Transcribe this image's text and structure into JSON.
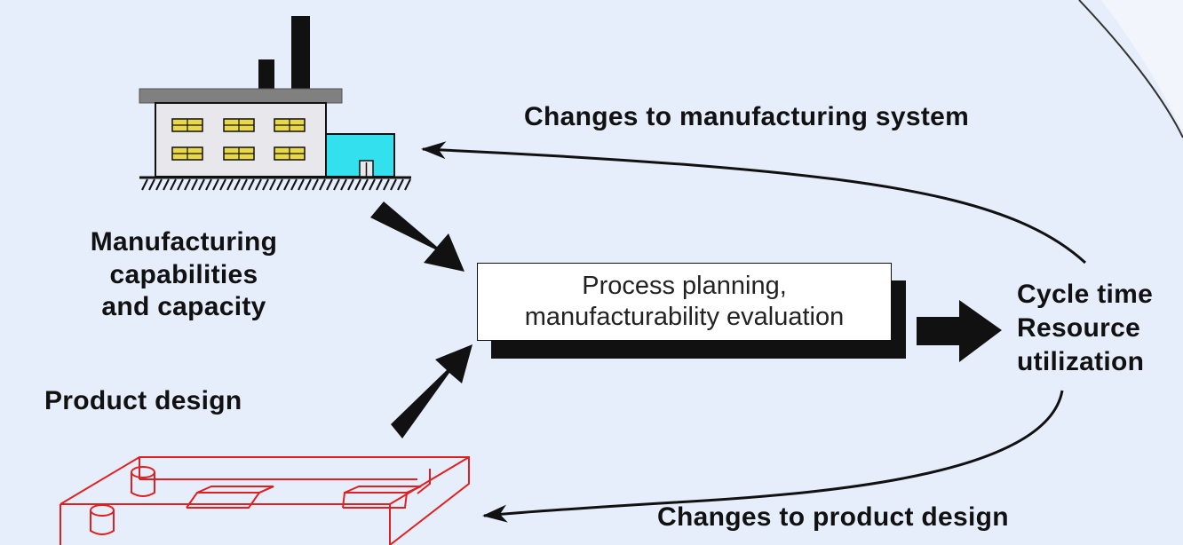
{
  "labels": {
    "changes_mfg": "Changes to manufacturing system",
    "mfg_line1": "Manufacturing",
    "mfg_line2": "capabilities",
    "mfg_line3": "and capacity",
    "product_design": "Product design",
    "process_line1": "Process planning,",
    "process_line2": "manufacturability evaluation",
    "out_line1": "Cycle time",
    "out_line2": "Resource",
    "out_line3": "utilization",
    "changes_product": "Changes to product design"
  },
  "colors": {
    "background": "#e6edfb",
    "factory_roof": "#808080",
    "factory_body": "#e8e8ec",
    "factory_annex": "#33e0ee",
    "window": "#e8d84a",
    "part_outline": "#e02020",
    "arrow": "#111111"
  },
  "icons": [
    "factory-icon",
    "product-part-icon"
  ]
}
